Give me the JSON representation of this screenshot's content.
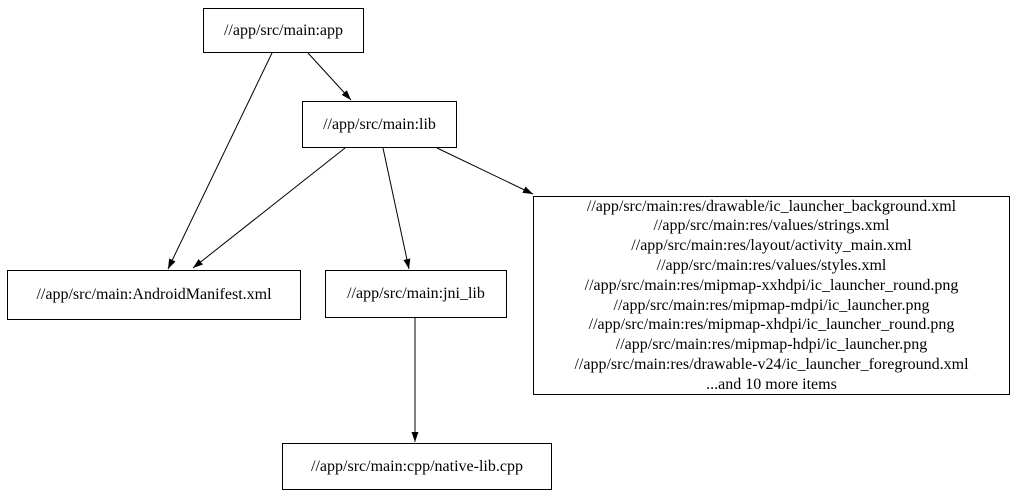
{
  "graph": {
    "nodes": {
      "app": {
        "label": "//app/src/main:app"
      },
      "lib": {
        "label": "//app/src/main:lib"
      },
      "manifest": {
        "label": "//app/src/main:AndroidManifest.xml"
      },
      "jni_lib": {
        "label": "//app/src/main:jni_lib"
      },
      "res": {
        "lines": [
          "//app/src/main:res/drawable/ic_launcher_background.xml",
          "//app/src/main:res/values/strings.xml",
          "//app/src/main:res/layout/activity_main.xml",
          "//app/src/main:res/values/styles.xml",
          "//app/src/main:res/mipmap-xxhdpi/ic_launcher_round.png",
          "//app/src/main:res/mipmap-mdpi/ic_launcher.png",
          "//app/src/main:res/mipmap-xhdpi/ic_launcher_round.png",
          "//app/src/main:res/mipmap-hdpi/ic_launcher.png",
          "//app/src/main:res/drawable-v24/ic_launcher_foreground.xml",
          "...and 10 more items"
        ]
      },
      "native_lib": {
        "label": "//app/src/main:cpp/native-lib.cpp"
      }
    },
    "edges": [
      {
        "from": "//app/src/main:app",
        "to": "//app/src/main:lib"
      },
      {
        "from": "//app/src/main:app",
        "to": "//app/src/main:AndroidManifest.xml"
      },
      {
        "from": "//app/src/main:lib",
        "to": "//app/src/main:AndroidManifest.xml"
      },
      {
        "from": "//app/src/main:lib",
        "to": "//app/src/main:jni_lib"
      },
      {
        "from": "//app/src/main:lib",
        "to": "//app/src/main:res (file group)"
      },
      {
        "from": "//app/src/main:jni_lib",
        "to": "//app/src/main:cpp/native-lib.cpp"
      }
    ],
    "colors": {
      "node_border": "#000000",
      "node_fill": "#ffffff",
      "edge": "#000000",
      "background": "#ffffff"
    }
  }
}
